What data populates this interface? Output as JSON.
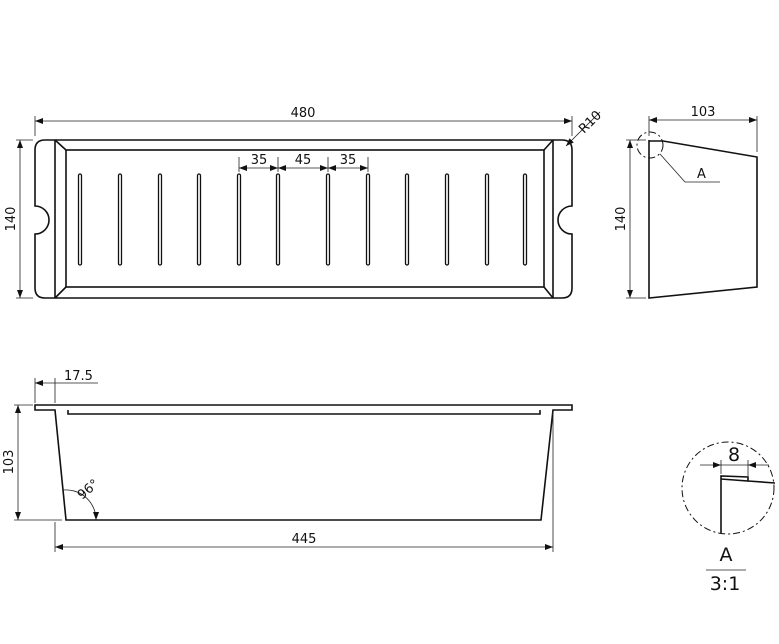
{
  "top_view": {
    "length": "480",
    "width": "140",
    "radius": "R10",
    "slot_spacing_left": "35",
    "slot_spacing_center": "45",
    "slot_spacing_right": "35",
    "slot_count": 12
  },
  "side_view": {
    "depth": "103",
    "height": "140",
    "detail_callout": "A"
  },
  "front_view": {
    "flange": "17.5",
    "height": "103",
    "bottom_length": "445",
    "angle": "96°"
  },
  "detail": {
    "label": "A",
    "scale": "3:1",
    "dimension": "8"
  }
}
